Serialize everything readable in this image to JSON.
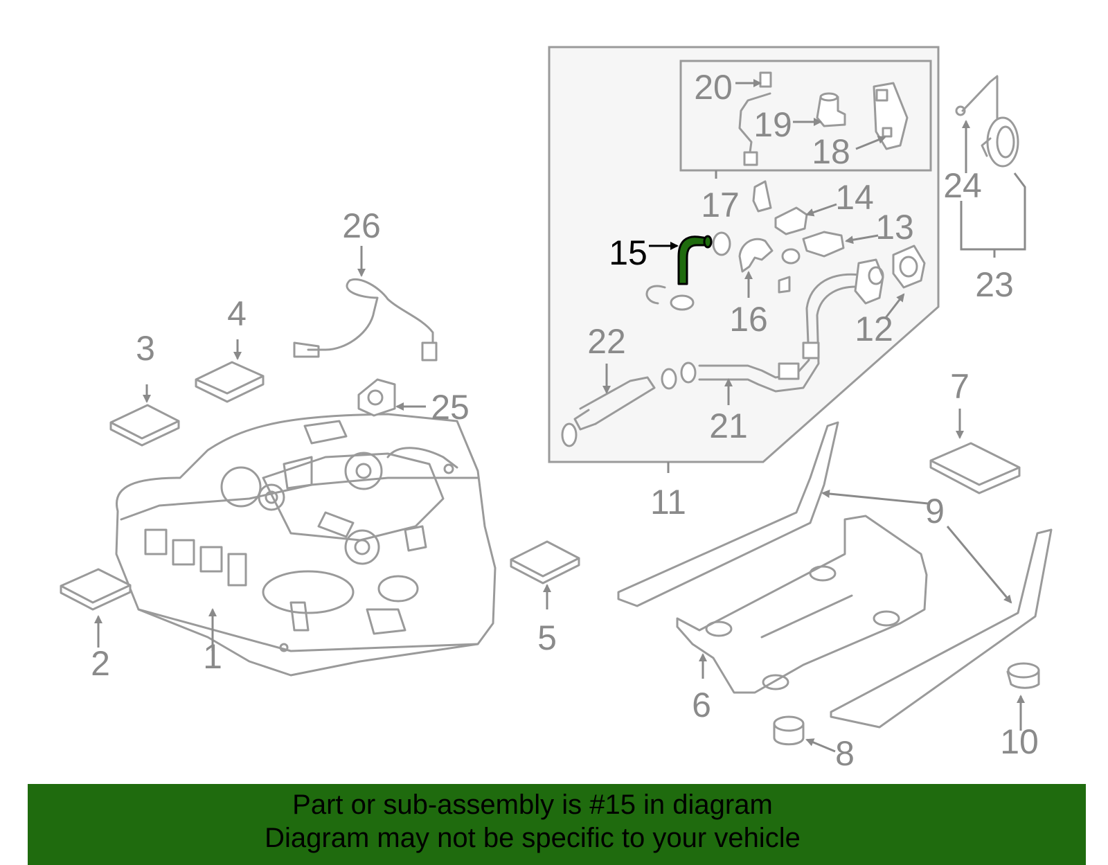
{
  "labels": [
    "1",
    "2",
    "3",
    "4",
    "5",
    "6",
    "7",
    "8",
    "9",
    "10",
    "11",
    "12",
    "13",
    "14",
    "15",
    "16",
    "17",
    "18",
    "19",
    "20",
    "21",
    "22",
    "23",
    "24",
    "25",
    "26"
  ],
  "highlighted_part": "15",
  "colors": {
    "highlight": "#1f6b0e",
    "banner": "#1f6b0e",
    "line": "#9a9a9a"
  },
  "banner": {
    "line1": "Part or sub-assembly is #15 in diagram",
    "line2": "Diagram may not be specific to your vehicle"
  }
}
